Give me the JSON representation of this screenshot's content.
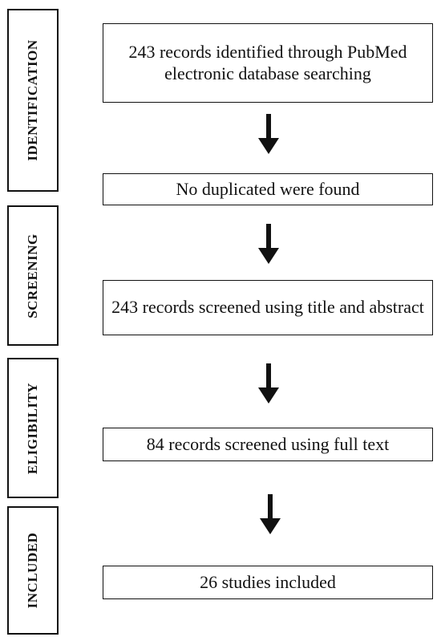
{
  "stages": [
    {
      "id": "identification",
      "label": "IDENTIFICATION"
    },
    {
      "id": "screening",
      "label": "SCREENING"
    },
    {
      "id": "eligibility",
      "label": "ELIGIBILITY"
    },
    {
      "id": "included",
      "label": "INCLUDED"
    }
  ],
  "boxes": [
    {
      "id": "records-identified",
      "text": "243 records identified through PubMed electronic database searching"
    },
    {
      "id": "duplicates",
      "text": "No duplicated were found"
    },
    {
      "id": "records-screened-title",
      "text": "243 records screened using title and abstract"
    },
    {
      "id": "records-screened-full",
      "text": "84 records screened using full text"
    },
    {
      "id": "studies-included",
      "text": "26 studies included"
    }
  ]
}
